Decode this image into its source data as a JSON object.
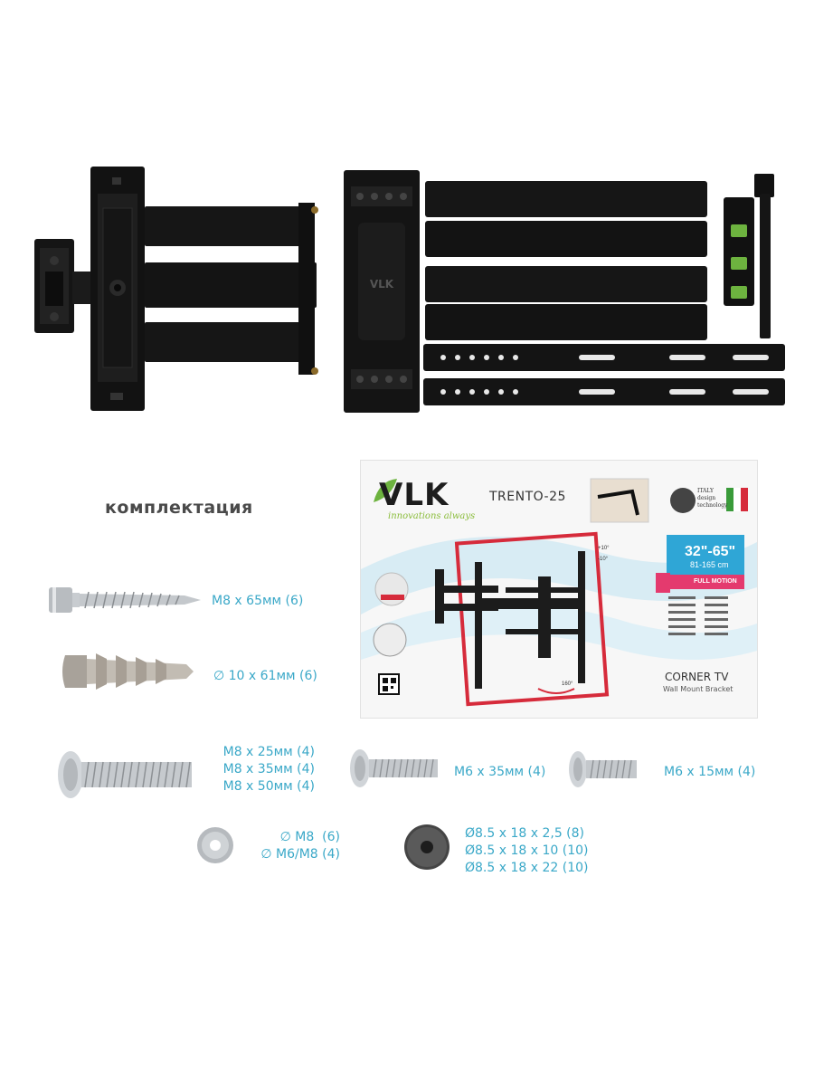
{
  "section_title": "комплектация",
  "parts": {
    "screw_m8_65": "M8 x 65мм (6)",
    "anchor": "∅ 10 x 61мм (6)",
    "bolt_m8_lines": [
      "M8 x 25мм (4)",
      "M8 x 35мм (4)",
      "M8 x 50мм (4)"
    ],
    "bolt_m6_35": "M6 x 35мм (4)",
    "bolt_m6_15": "M6 x 15мм (4)",
    "washer_lines": [
      "∅ M8  (6)",
      "∅ M6/M8 (4)"
    ],
    "spacer_lines": [
      "Ø8.5 x 18 x 2,5 (8)",
      "Ø8.5 x 18 x 10 (10)",
      "Ø8.5 x 18 x 22 (10)"
    ]
  },
  "box": {
    "brand": "VLK",
    "tagline": "innovations always",
    "model": "TRENTO-25",
    "size": "32\"-65\"",
    "size_cm": "81-165 cm",
    "motion": "FULL MOTION",
    "product": "CORNER TV",
    "subtitle": "Wall Mount Bracket",
    "italy": "ITALY",
    "design": "design",
    "technology": "technology",
    "tilt_up": "+10°",
    "tilt_down": "-10°",
    "swivel": "160°"
  },
  "colors": {
    "label_blue": "#3aa8c8",
    "brand_green": "#8bbd3c",
    "badge_blue": "#2fa6d6",
    "badge_pink": "#e43a6e",
    "hardware_black": "#1a1a1a"
  }
}
